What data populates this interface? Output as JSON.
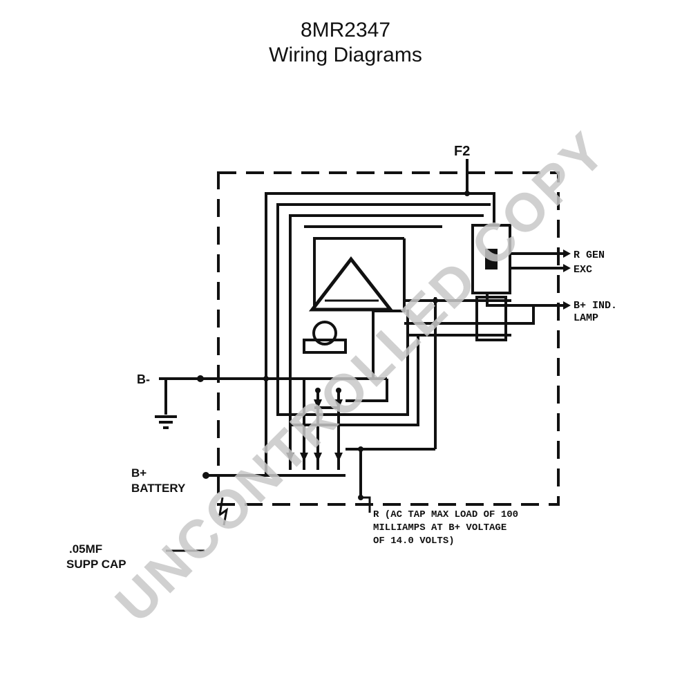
{
  "header": {
    "part_number": "8MR2347",
    "title": "Wiring Diagrams"
  },
  "diagram": {
    "labels": {
      "f2": "F2",
      "r_gen": "R GEN",
      "exc": "EXC",
      "ind_lamp_line1": "B+ IND.",
      "ind_lamp_line2": "LAMP",
      "ground_b": "B-",
      "battery_line1": "B+",
      "battery_line2": "BATTERY",
      "cap_line1": ".05MF",
      "cap_line2": "SUPP CAP",
      "note_line1": "R (AC TAP MAX LOAD OF 100",
      "note_line2": "MILLIAMPS AT B+ VOLTAGE",
      "note_line3": "OF 14.0 VOLTS)"
    },
    "watermark": "UNCONTROLLED COPY",
    "line_color": "#111111",
    "watermark_color": "#c8c8c8"
  }
}
